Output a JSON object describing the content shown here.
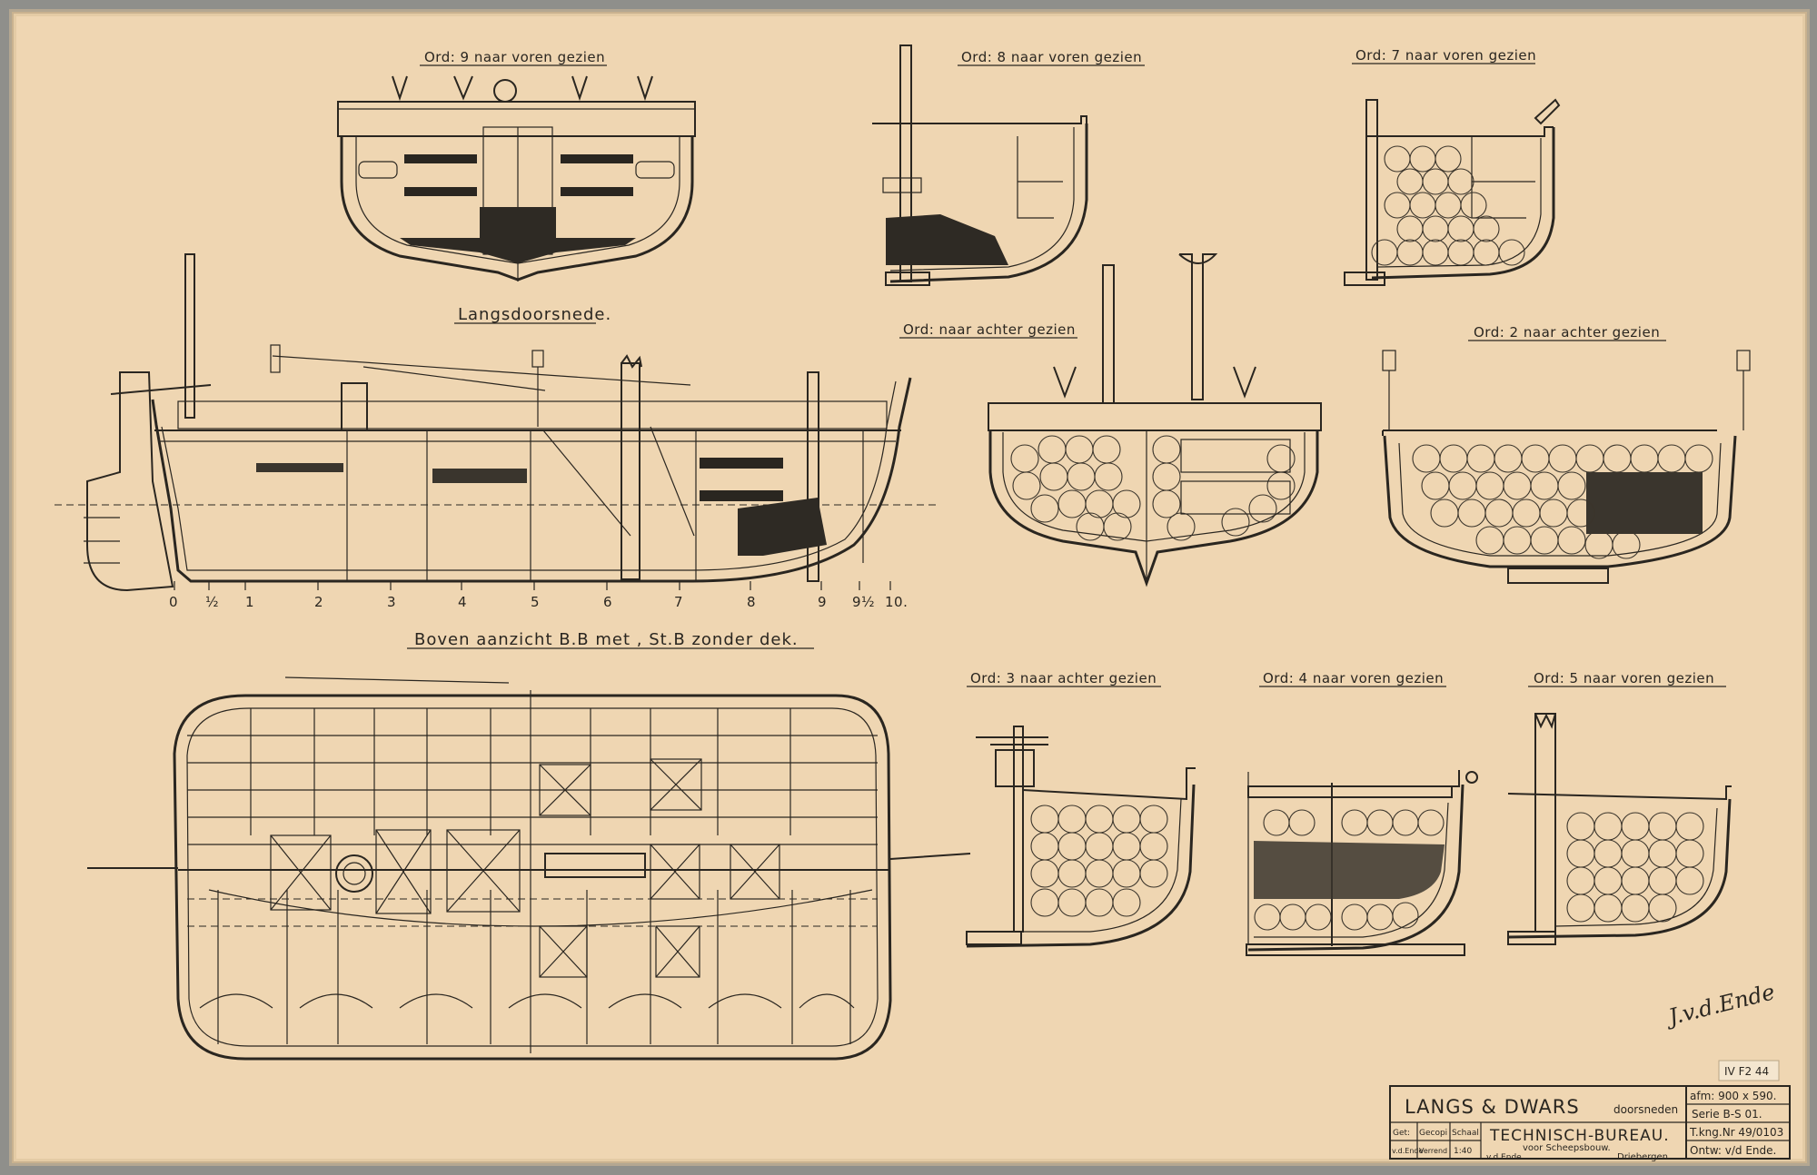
{
  "sections": {
    "ord9": "Ord: 9 naar voren gezien",
    "ord8": "Ord: 8 naar voren gezien",
    "ord7": "Ord: 7 naar voren gezien",
    "ord_achter": "Ord:  naar achter gezien",
    "ord2": "Ord: 2 naar achter gezien",
    "langs": "Langsdoorsnede.",
    "boven": "Boven aanzicht B.B met , St.B zonder dek.",
    "ord3": "Ord: 3 naar achter gezien",
    "ord4": "Ord: 4 naar voren gezien",
    "ord5": "Ord: 5 naar voren gezien"
  },
  "frames": [
    "0",
    "½",
    "1",
    "2",
    "3",
    "4",
    "5",
    "6",
    "7",
    "8",
    "9",
    "9½",
    "10."
  ],
  "signature": "J.v.d.Ende",
  "catalog_label": "IV F2 44",
  "title_block": {
    "title": "LANGS & DWARS",
    "title_suffix": "doorsneden",
    "bureau": "TECHNISCH-BUREAU.",
    "bureau_sub": "voor Scheepsbouw.",
    "place": "Driebergen",
    "format": "afm: 900 x 590.",
    "serie": "Serie B-S 01.",
    "tekening": "T.kng.Nr 49/0103",
    "ontwerp": "Ontw: v/d Ende.",
    "cols": [
      "Get:",
      "Gecopi",
      "Schaal"
    ],
    "vals": [
      "v.d.Ende",
      "Verrend",
      "1:40"
    ],
    "drawn_by": "v.d.Ende"
  }
}
